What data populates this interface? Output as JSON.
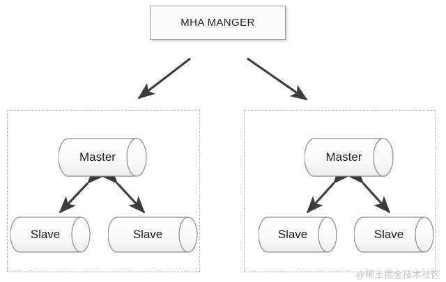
{
  "diagram": {
    "title_node": {
      "label": "MHA MANGER",
      "shape": "rectangle"
    },
    "groups": [
      {
        "id": "group-left",
        "border_style": "dashed",
        "border_color": "#b9b9b9",
        "nodes": [
          {
            "id": "master-left",
            "label": "Master",
            "shape": "cylinder",
            "role": "master"
          },
          {
            "id": "slave-left-1",
            "label": "Slave",
            "shape": "cylinder",
            "role": "slave"
          },
          {
            "id": "slave-left-2",
            "label": "Slave",
            "shape": "cylinder",
            "role": "slave"
          }
        ]
      },
      {
        "id": "group-right",
        "border_style": "dashed",
        "border_color": "#b9b9b9",
        "nodes": [
          {
            "id": "master-right",
            "label": "Master",
            "shape": "cylinder",
            "role": "master"
          },
          {
            "id": "slave-right-1",
            "label": "Slave",
            "shape": "cylinder",
            "role": "slave"
          },
          {
            "id": "slave-right-2",
            "label": "Slave",
            "shape": "cylinder",
            "role": "slave"
          }
        ]
      }
    ],
    "connectors": [
      {
        "id": "mgr-to-left-group",
        "from": "MHA MANGER",
        "to": "group-left",
        "arrow": "single"
      },
      {
        "id": "mgr-to-right-group",
        "from": "MHA MANGER",
        "to": "group-right",
        "arrow": "single"
      },
      {
        "id": "left-master-slave-1",
        "from": "Master",
        "to": "Slave",
        "arrow": "double"
      },
      {
        "id": "left-master-slave-2",
        "from": "Master",
        "to": "Slave",
        "arrow": "double"
      },
      {
        "id": "right-master-slave-1",
        "from": "Master",
        "to": "Slave",
        "arrow": "double"
      },
      {
        "id": "right-master-slave-2",
        "from": "Master",
        "to": "Slave",
        "arrow": "double"
      }
    ],
    "colors": {
      "node_fill": "#fbfbfb",
      "node_stroke": "#8c8c8c",
      "arrow": "#3b3b3b",
      "group_border": "#b9b9b9",
      "text": "#1d1d1d",
      "watermark": "#c2c2c2",
      "background": "#ffffff"
    }
  },
  "watermark": {
    "text": "@稀土掘金技术社区"
  }
}
